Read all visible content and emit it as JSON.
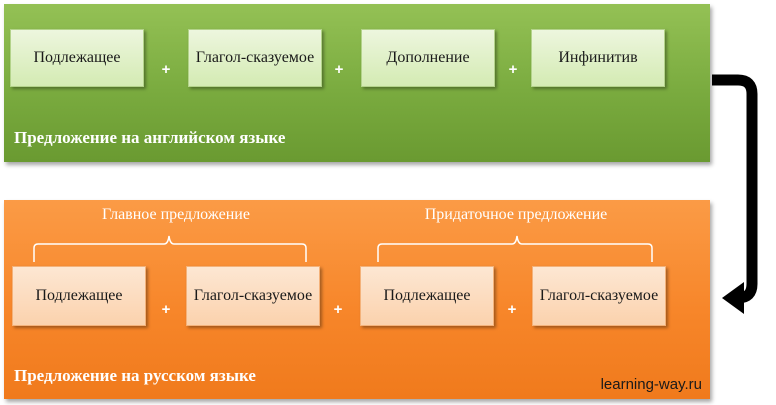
{
  "english_panel": {
    "caption": "Предложение на английском языке",
    "boxes": [
      "Подлежащее",
      "Глагол-сказуемое",
      "Дополнение",
      "Инфинитив"
    ],
    "plus": "+"
  },
  "russian_panel": {
    "caption": "Предложение на русском языке",
    "main_clause_label": "Главное предложение",
    "subordinate_clause_label": "Придаточное предложение",
    "boxes": [
      "Подлежащее",
      "Глагол-сказуемое",
      "Подлежащее",
      "Глагол-сказуемое"
    ],
    "plus": "+"
  },
  "watermark": "learning-way.ru",
  "colors": {
    "green_panel": "#7aab3f",
    "orange_panel": "#f7862a",
    "arrow": "#000000",
    "text_light": "#ffffff"
  },
  "icons": {
    "connector": "curved-arrow-icon"
  }
}
